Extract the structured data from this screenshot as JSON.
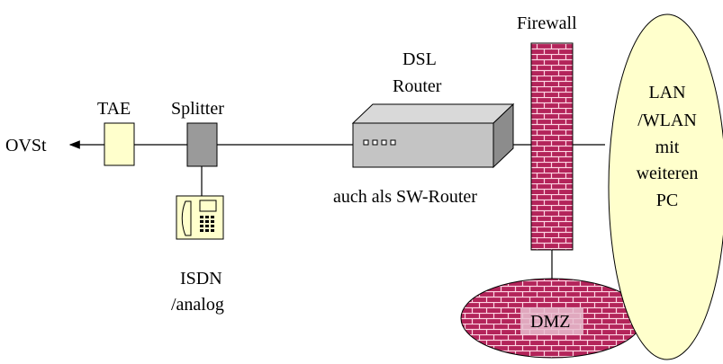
{
  "labels": {
    "ovst": "OVSt",
    "tae": "TAE",
    "splitter": "Splitter",
    "phone_line1": "ISDN",
    "phone_line2": "/analog",
    "router_line1": "DSL",
    "router_line2": "Router",
    "router_sub": "auch als SW-Router",
    "firewall": "Firewall",
    "dmz": "DMZ",
    "lan_line1": "LAN",
    "lan_line2": "/WLAN",
    "lan_line3": "mit",
    "lan_line4": "weiteren",
    "lan_line5": "PC"
  },
  "colors": {
    "tae_fill": "#ffffcc",
    "splitter_fill": "#9a9a9a",
    "router_top": "#d9d9d9",
    "router_front": "#c4c4c4",
    "router_side": "#8c8c8c",
    "brick": "#b3245a",
    "mortar": "#ffd6e4",
    "lan_fill": "#ffffcc",
    "dmz_box": "#e8c0d0"
  },
  "icons": {
    "phone": "telephone-icon"
  }
}
